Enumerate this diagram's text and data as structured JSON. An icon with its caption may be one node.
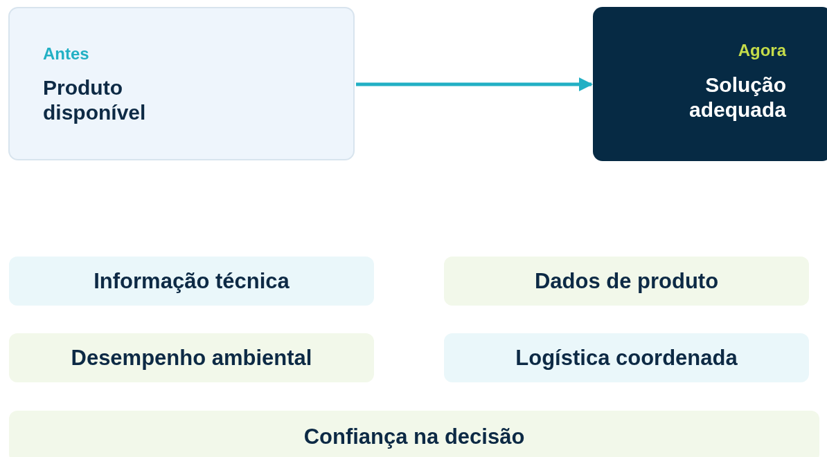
{
  "diagram": {
    "nodes": [
      {
        "text": [
          "Antes",
          "Produto disponível"
        ]
      },
      {
        "text": [
          "Agora",
          "Solução adequada"
        ]
      },
      {
        "text": [
          "Informação técnica"
        ]
      },
      {
        "text": [
          "Dados de produto"
        ]
      },
      {
        "text": [
          "Desempenho ambiental"
        ]
      },
      {
        "text": [
          "Logística coordenada"
        ]
      },
      {
        "text": [
          "Confiança na decisão"
        ]
      }
    ],
    "edges": [
      {
        "from": 0,
        "to": 1,
        "arrow": "to"
      }
    ]
  }
}
